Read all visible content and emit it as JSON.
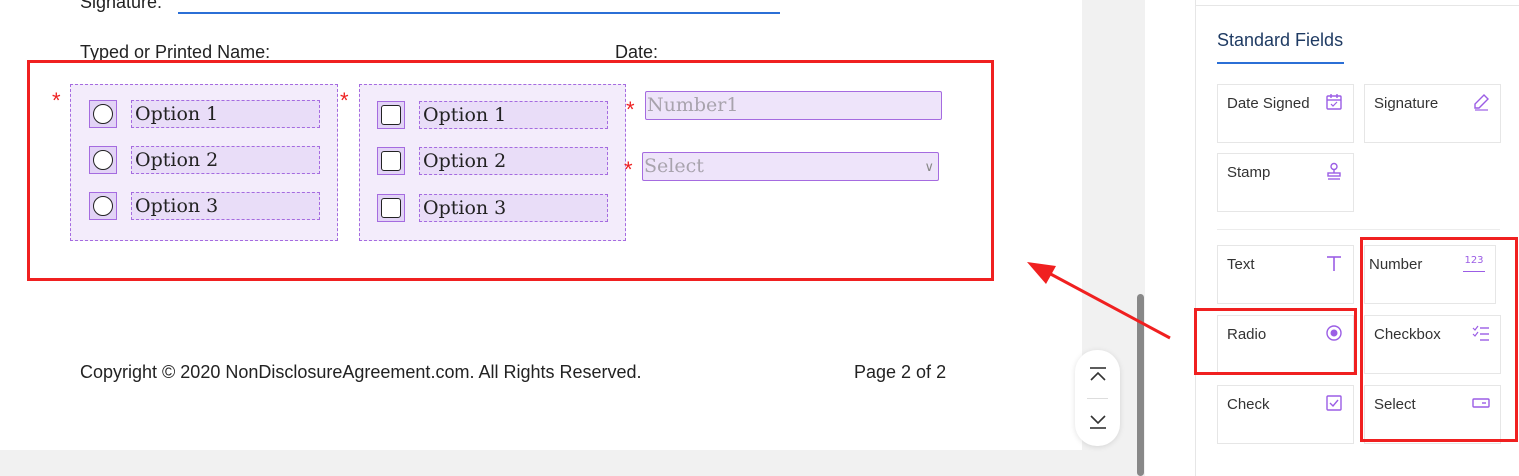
{
  "document": {
    "signature_label": "Signature:",
    "typed_name_label": "Typed or Printed Name:",
    "date_label": "Date:",
    "footer_copyright": "Copyright © 2020 NonDisclosureAgreement.com. All Rights Reserved.",
    "footer_page": "Page 2 of 2",
    "required_marker": "*",
    "radio_group": {
      "options": [
        "Option 1",
        "Option 2",
        "Option 3"
      ]
    },
    "checkbox_group": {
      "options": [
        "Option 1",
        "Option 2",
        "Option 3"
      ]
    },
    "number_field": {
      "placeholder": "Number1"
    },
    "select_field": {
      "placeholder": "Select",
      "chevron": "∨"
    }
  },
  "sidebar": {
    "tab_label": "Standard Fields",
    "fields": [
      {
        "label": "Date Signed",
        "icon": "calendar-icon"
      },
      {
        "label": "Signature",
        "icon": "pen-icon"
      },
      {
        "label": "Stamp",
        "icon": "stamp-icon"
      },
      {
        "label": "Text",
        "icon": "text-icon"
      },
      {
        "label": "Number",
        "icon": "number-icon",
        "icon_text": "123"
      },
      {
        "label": "Radio",
        "icon": "radio-icon"
      },
      {
        "label": "Checkbox",
        "icon": "checklist-icon"
      },
      {
        "label": "Check",
        "icon": "check-icon"
      },
      {
        "label": "Select",
        "icon": "select-icon"
      }
    ]
  },
  "colors": {
    "accent": "#a56be0",
    "field_fill": "#e9ddf8",
    "annotation_red": "#f02020",
    "tab_underline": "#2b6fd6"
  }
}
